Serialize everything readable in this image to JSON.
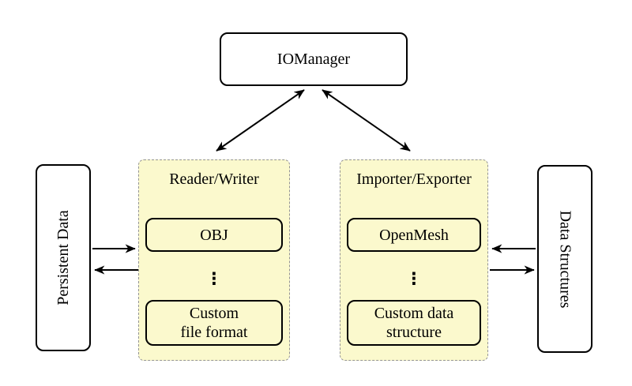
{
  "nodes": {
    "io_manager": "IOManager",
    "persistent_data": "Persistent Data",
    "data_structures": "Data Structures",
    "reader_writer": {
      "title": "Reader/Writer",
      "obj": "OBJ",
      "dots": "⋮",
      "custom": "Custom\nfile format"
    },
    "importer_exporter": {
      "title": "Importer/Exporter",
      "openmesh": "OpenMesh",
      "dots": "⋮",
      "custom": "Custom data\nstructure"
    }
  },
  "colors": {
    "group_fill": "#FBF9CD",
    "group_border": "#949494",
    "node_border": "#000000",
    "arrow": "#000000"
  }
}
